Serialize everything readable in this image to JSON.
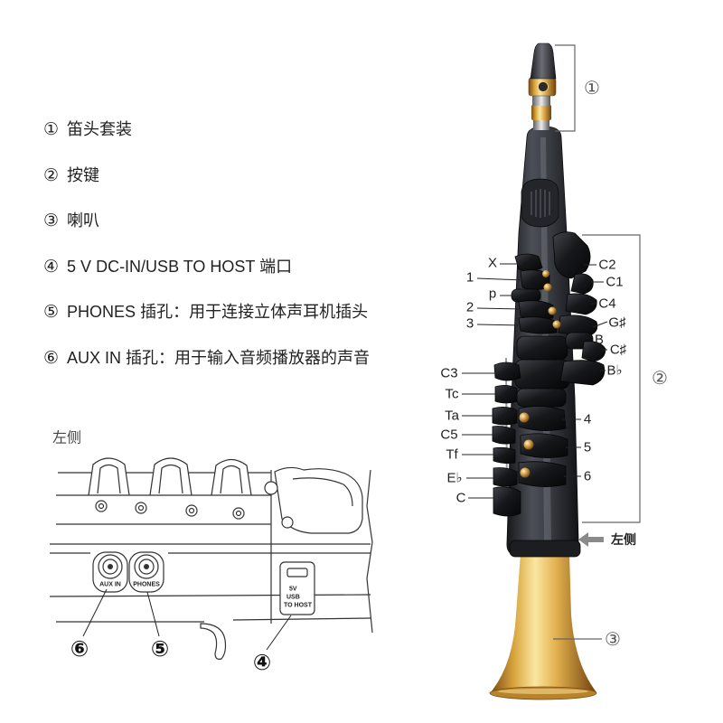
{
  "legend": {
    "items": [
      {
        "num": "①",
        "text": "笛头套装"
      },
      {
        "num": "②",
        "text": "按键"
      },
      {
        "num": "③",
        "text": "喇叭"
      },
      {
        "num": "④",
        "text": "5 V DC-IN/USB TO HOST 端口"
      },
      {
        "num": "⑤",
        "text": "PHONES 插孔：用于连接立体声耳机插头"
      },
      {
        "num": "⑥",
        "text": "AUX IN 插孔：用于输入音频播放器的声音"
      }
    ]
  },
  "inset": {
    "title": "左侧",
    "aux_label": "AUX IN",
    "phones_label": "PHONES",
    "usb_lines": [
      "5V",
      "USB",
      "TO HOST"
    ],
    "callouts": {
      "aux": "⑥",
      "phones": "⑤",
      "usb": "④"
    }
  },
  "instrument": {
    "callouts": {
      "mouthpiece": "①",
      "keys": "②",
      "bell": "③"
    },
    "left_keys": [
      "X",
      "1",
      "p",
      "2",
      "3",
      "C3",
      "Tc",
      "Ta",
      "C5",
      "Tf",
      "E♭",
      "C"
    ],
    "right_keys": [
      "C2",
      "C1",
      "C4",
      "G♯",
      "B",
      "C♯",
      "B♭",
      "4",
      "5",
      "6"
    ],
    "side_label": "左侧"
  },
  "icons": {
    "side_arrow": "arrow-left-icon",
    "usb_port": "usb-icon"
  },
  "colors": {
    "ink": "#222222",
    "bracket": "#666666"
  }
}
